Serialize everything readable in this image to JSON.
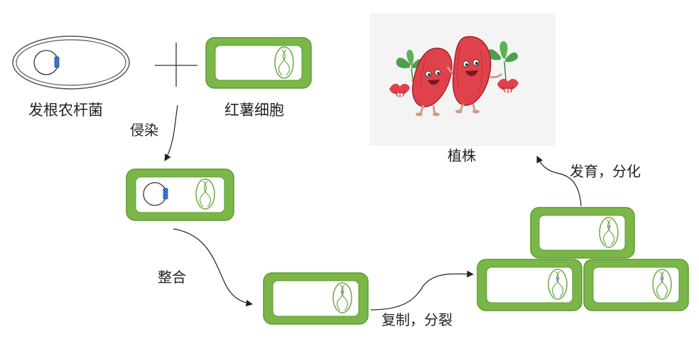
{
  "labels": {
    "agrobacterium": "发根农杆菌",
    "sweet_potato_cell": "红薯细胞",
    "infection": "侵染",
    "integration": "整合",
    "replication_division": "复制，分裂",
    "plant": "植株",
    "development_differentiation": "发育，分化"
  },
  "colors": {
    "cell_wall": "#7ab648",
    "plasmid_marker": "#3b6fc8",
    "integrated_gene": "#8f8fe6",
    "potato_body": "#e0424b",
    "leaf": "#4ea04a",
    "flower": "#e0424b"
  },
  "icons": {
    "mascot": "sweet-potato-mascot-icon"
  }
}
